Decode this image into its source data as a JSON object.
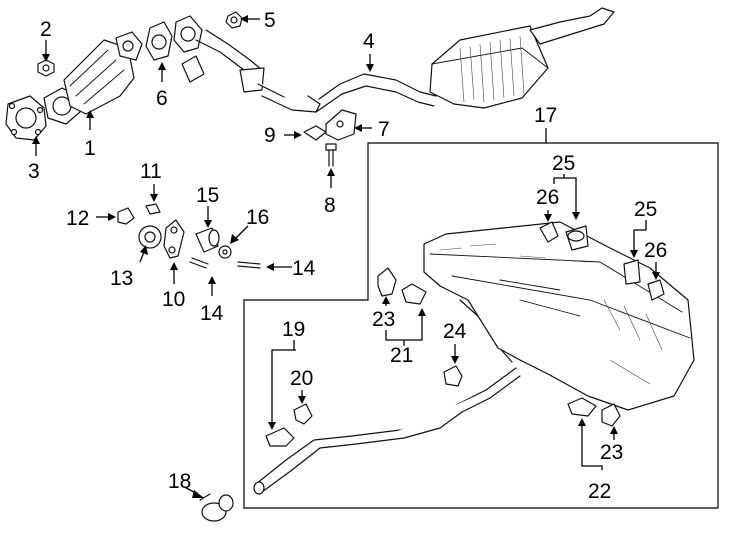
{
  "callouts": [
    "1",
    "2",
    "3",
    "4",
    "5",
    "6",
    "7",
    "8",
    "9",
    "10",
    "11",
    "12",
    "13",
    "14",
    "14",
    "15",
    "16",
    "17",
    "18",
    "19",
    "20",
    "21",
    "22",
    "23",
    "23",
    "24",
    "25",
    "25",
    "26",
    "26"
  ],
  "colors": {
    "line": "#111111",
    "background": "#ffffff"
  }
}
